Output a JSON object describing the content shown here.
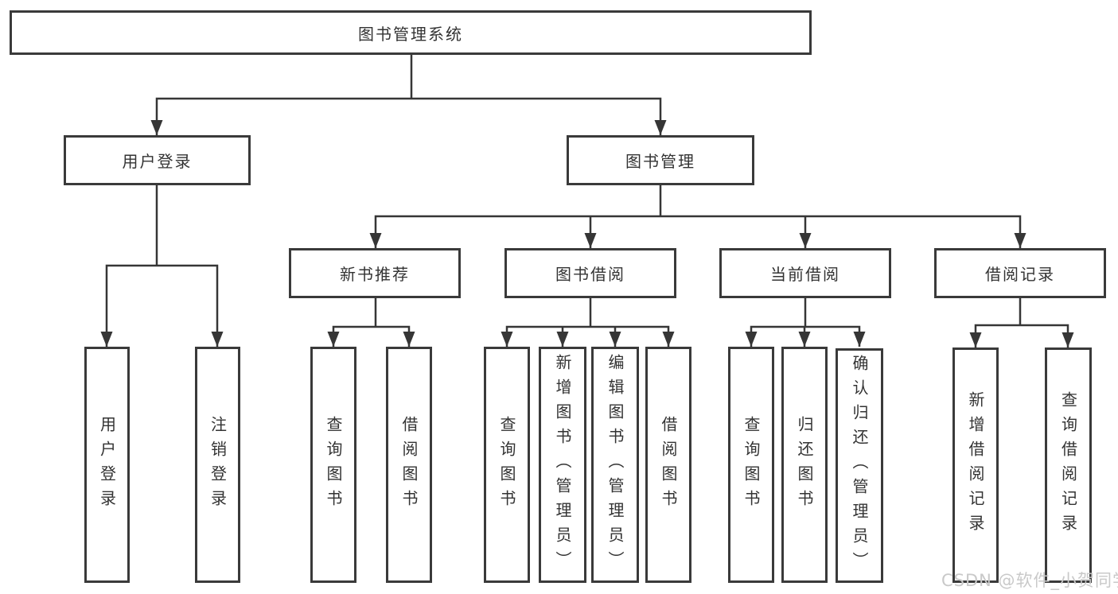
{
  "tree": {
    "root": {
      "label": "图书管理系统"
    },
    "branches": [
      {
        "label": "用户登录",
        "children": [
          {
            "label": "用户登录"
          },
          {
            "label": "注销登录"
          }
        ]
      },
      {
        "label": "图书管理",
        "children": [
          {
            "label": "新书推荐",
            "children": [
              {
                "label": "查询图书"
              },
              {
                "label": "借阅图书"
              }
            ]
          },
          {
            "label": "图书借阅",
            "children": [
              {
                "label": "查询图书"
              },
              {
                "label": "新增图书（管理员）"
              },
              {
                "label": "编辑图书（管理员）"
              },
              {
                "label": "借阅图书"
              }
            ]
          },
          {
            "label": "当前借阅",
            "children": [
              {
                "label": "查询图书"
              },
              {
                "label": "归还图书"
              },
              {
                "label": "确认归还（管理员）"
              }
            ]
          },
          {
            "label": "借阅记录",
            "children": [
              {
                "label": "新增借阅记录"
              },
              {
                "label": "查询借阅记录"
              }
            ]
          }
        ]
      }
    ]
  },
  "watermark": {
    "text": "CSDN @软件_小贺同学"
  },
  "colors": {
    "line": "#363636",
    "box_border": "#3a3a3a",
    "text": "#333333",
    "watermark": "#c9c9c9"
  }
}
